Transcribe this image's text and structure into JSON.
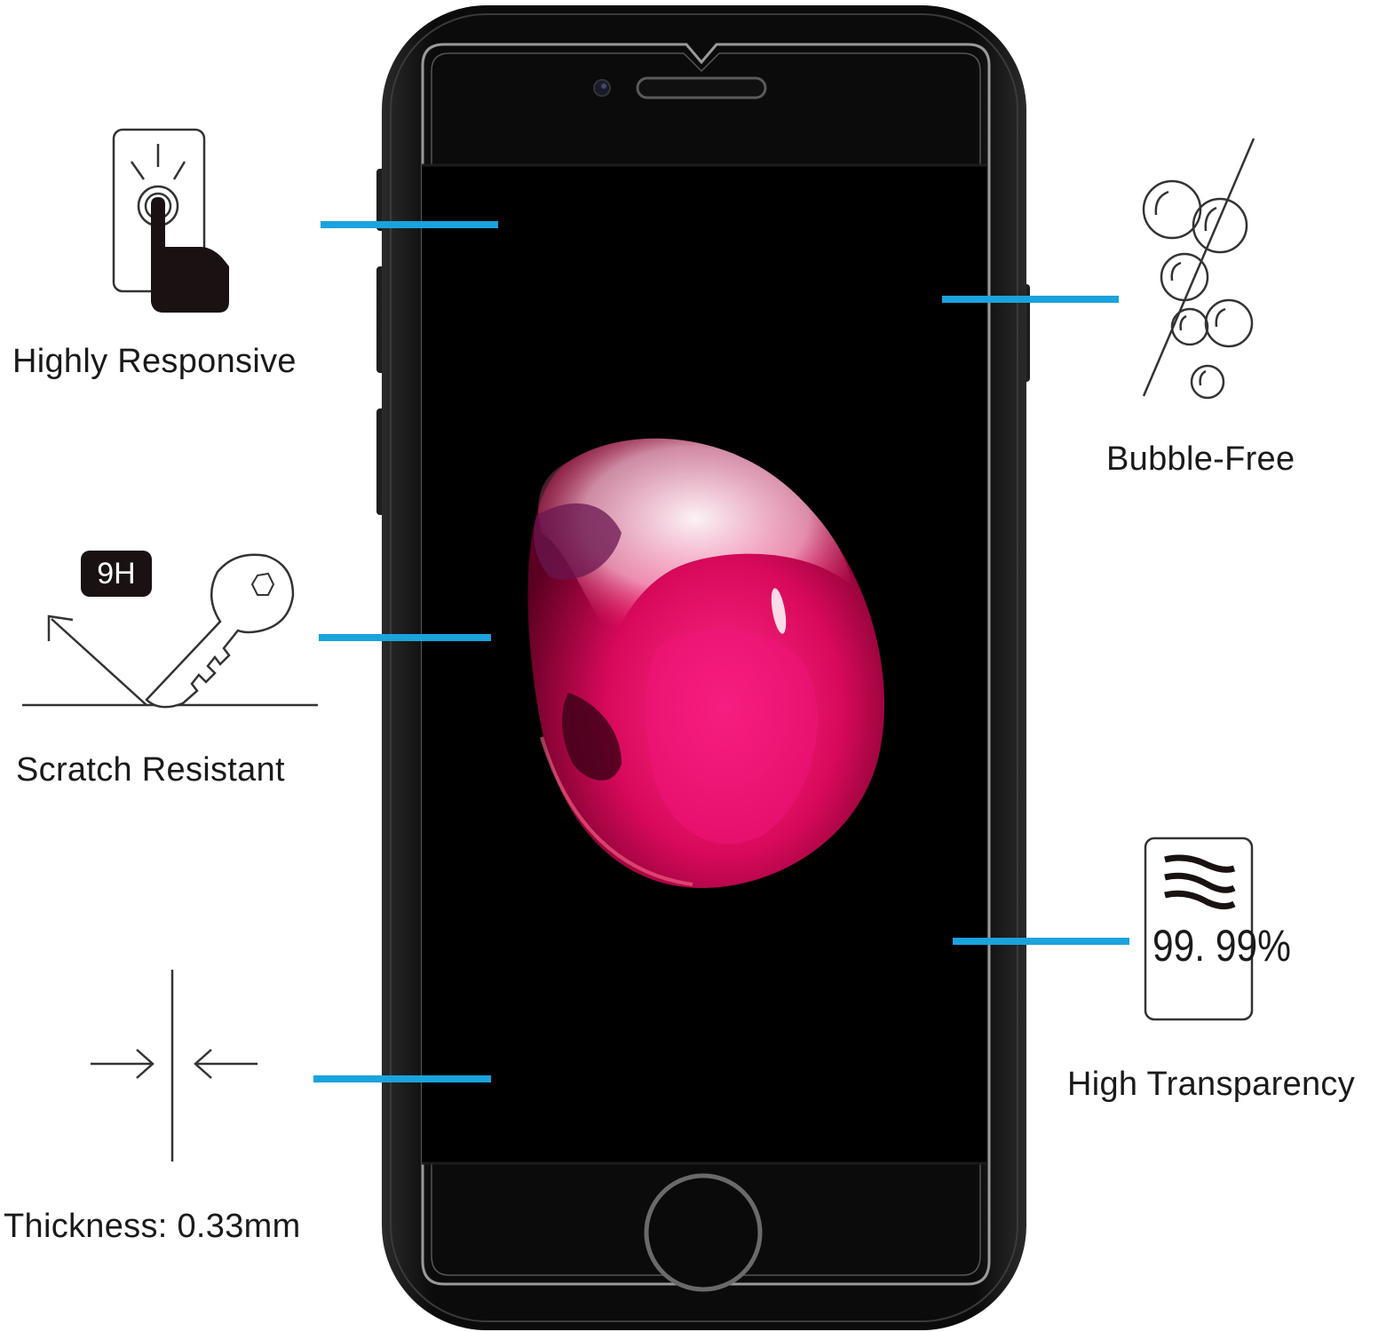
{
  "features": {
    "responsive": {
      "label": "Highly Responsive",
      "icon": "touch-finger-icon"
    },
    "bubble_free": {
      "label": "Bubble-Free",
      "icon": "bubbles-icon"
    },
    "scratch": {
      "label": "Scratch Resistant",
      "badge": "9H",
      "icon": "key-scratch-icon"
    },
    "transparency": {
      "label": "High Transparency",
      "percent": "99. 99%",
      "icon": "transparency-icon"
    },
    "thickness": {
      "label": "Thickness: 0.33mm",
      "icon": "thickness-arrows-icon"
    }
  },
  "colors": {
    "accent": "#1aa3dc",
    "phone_body": "#0a0a0a",
    "screen": "#000000",
    "drop": "#e0105a",
    "ink": "#1a1a1a"
  }
}
